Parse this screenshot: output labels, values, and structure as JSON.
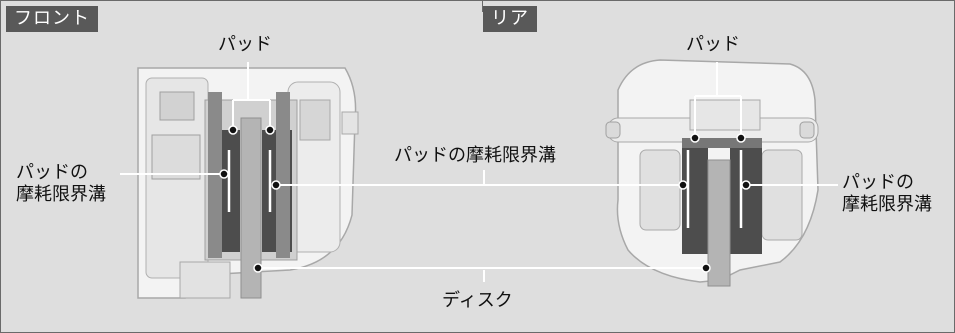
{
  "front": {
    "tab_label": "フロント"
  },
  "rear": {
    "tab_label": "リア"
  },
  "labels": {
    "front_pad": "パッド",
    "rear_pad": "パッド",
    "wear_groove_center": "パッドの摩耗限界溝",
    "front_wear_groove_line1": "パッドの",
    "front_wear_groove_line2": "摩耗限界溝",
    "rear_wear_groove_line1": "パッドの",
    "rear_wear_groove_line2": "摩耗限界溝",
    "disc": "ディスク"
  },
  "colors": {
    "background": "#dedede",
    "tab": "#595959",
    "caliper_light": "#f2f2f2",
    "caliper_mid": "#c9c9c9",
    "caliper_dark": "#8f8f8f",
    "pad": "#4d4d4d",
    "disc": "#b0b0b0",
    "leader": "#ffffff"
  }
}
